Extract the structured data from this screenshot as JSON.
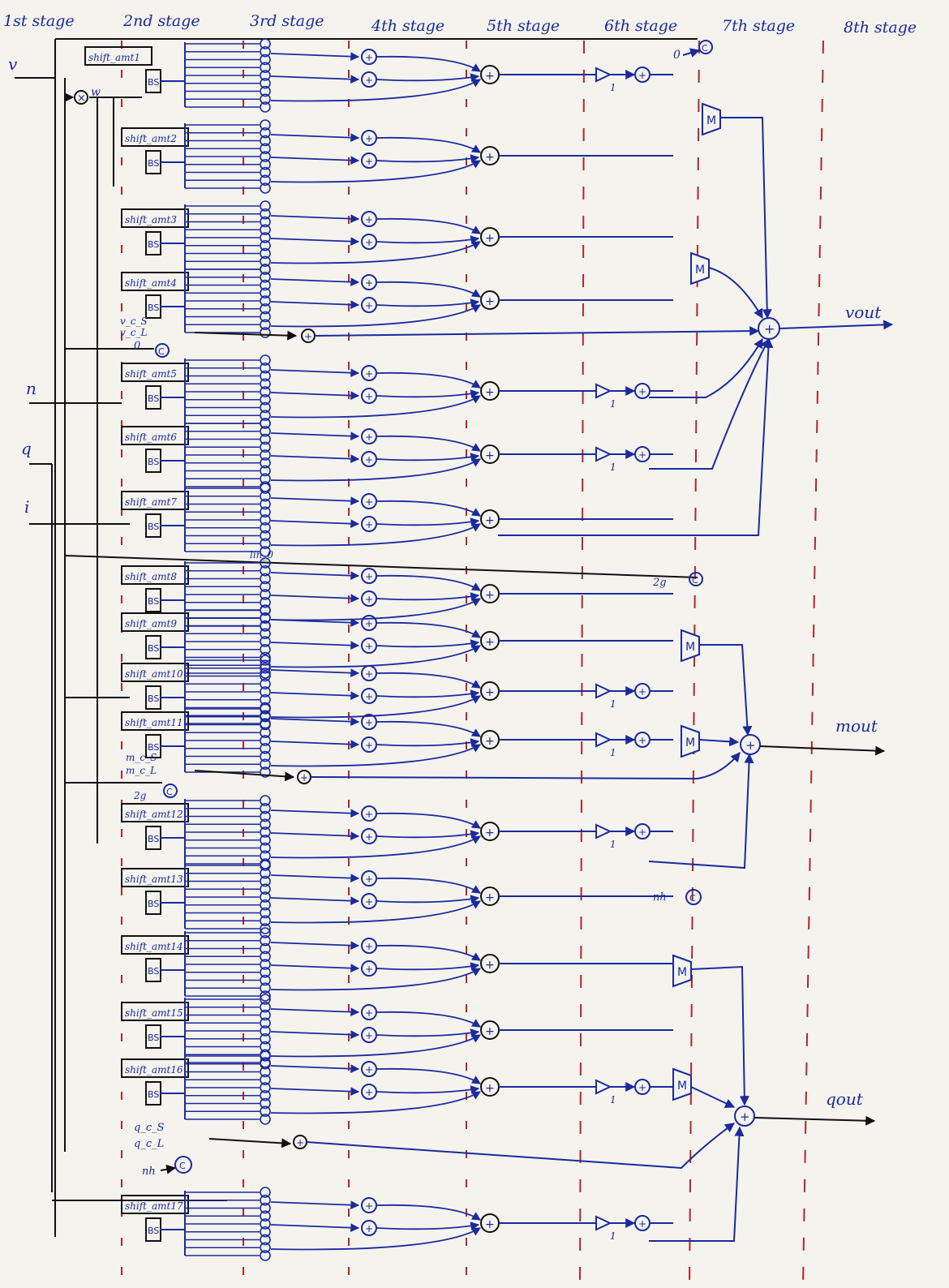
{
  "stages": [
    "1st stage",
    "2nd stage",
    "3rd stage",
    "4th stage",
    "5th stage",
    "6th stage",
    "7th stage",
    "8th stage"
  ],
  "inputs": [
    "v",
    "n",
    "q",
    "i"
  ],
  "outputs": [
    "vout",
    "mout",
    "qout"
  ],
  "shift_labels": [
    "shift_amt1",
    "shift_amt2",
    "shift_amt3",
    "shift_amt4",
    "shift_amt5",
    "shift_amt6",
    "shift_amt7",
    "shift_amt8",
    "shift_amt9",
    "shift_amt10",
    "shift_amt11",
    "shift_amt12",
    "shift_amt13",
    "shift_amt14",
    "shift_amt15",
    "shift_amt16",
    "shift_amt17"
  ],
  "bs_label": "BS",
  "mux_label": "M",
  "comp_label": "C",
  "plus_symbol": "+",
  "mult_symbol": "×",
  "w_label": "w",
  "one_label": "1",
  "zero_label": "0",
  "two_g_label": "2g",
  "nh_label": "nh",
  "v_sel": [
    "v_c_S",
    "v_c_L"
  ],
  "m_sel": [
    "m_c_S",
    "m_c_L"
  ],
  "q_sel": [
    "q_c_S",
    "q_c_L"
  ],
  "lin_label": "lin_0"
}
